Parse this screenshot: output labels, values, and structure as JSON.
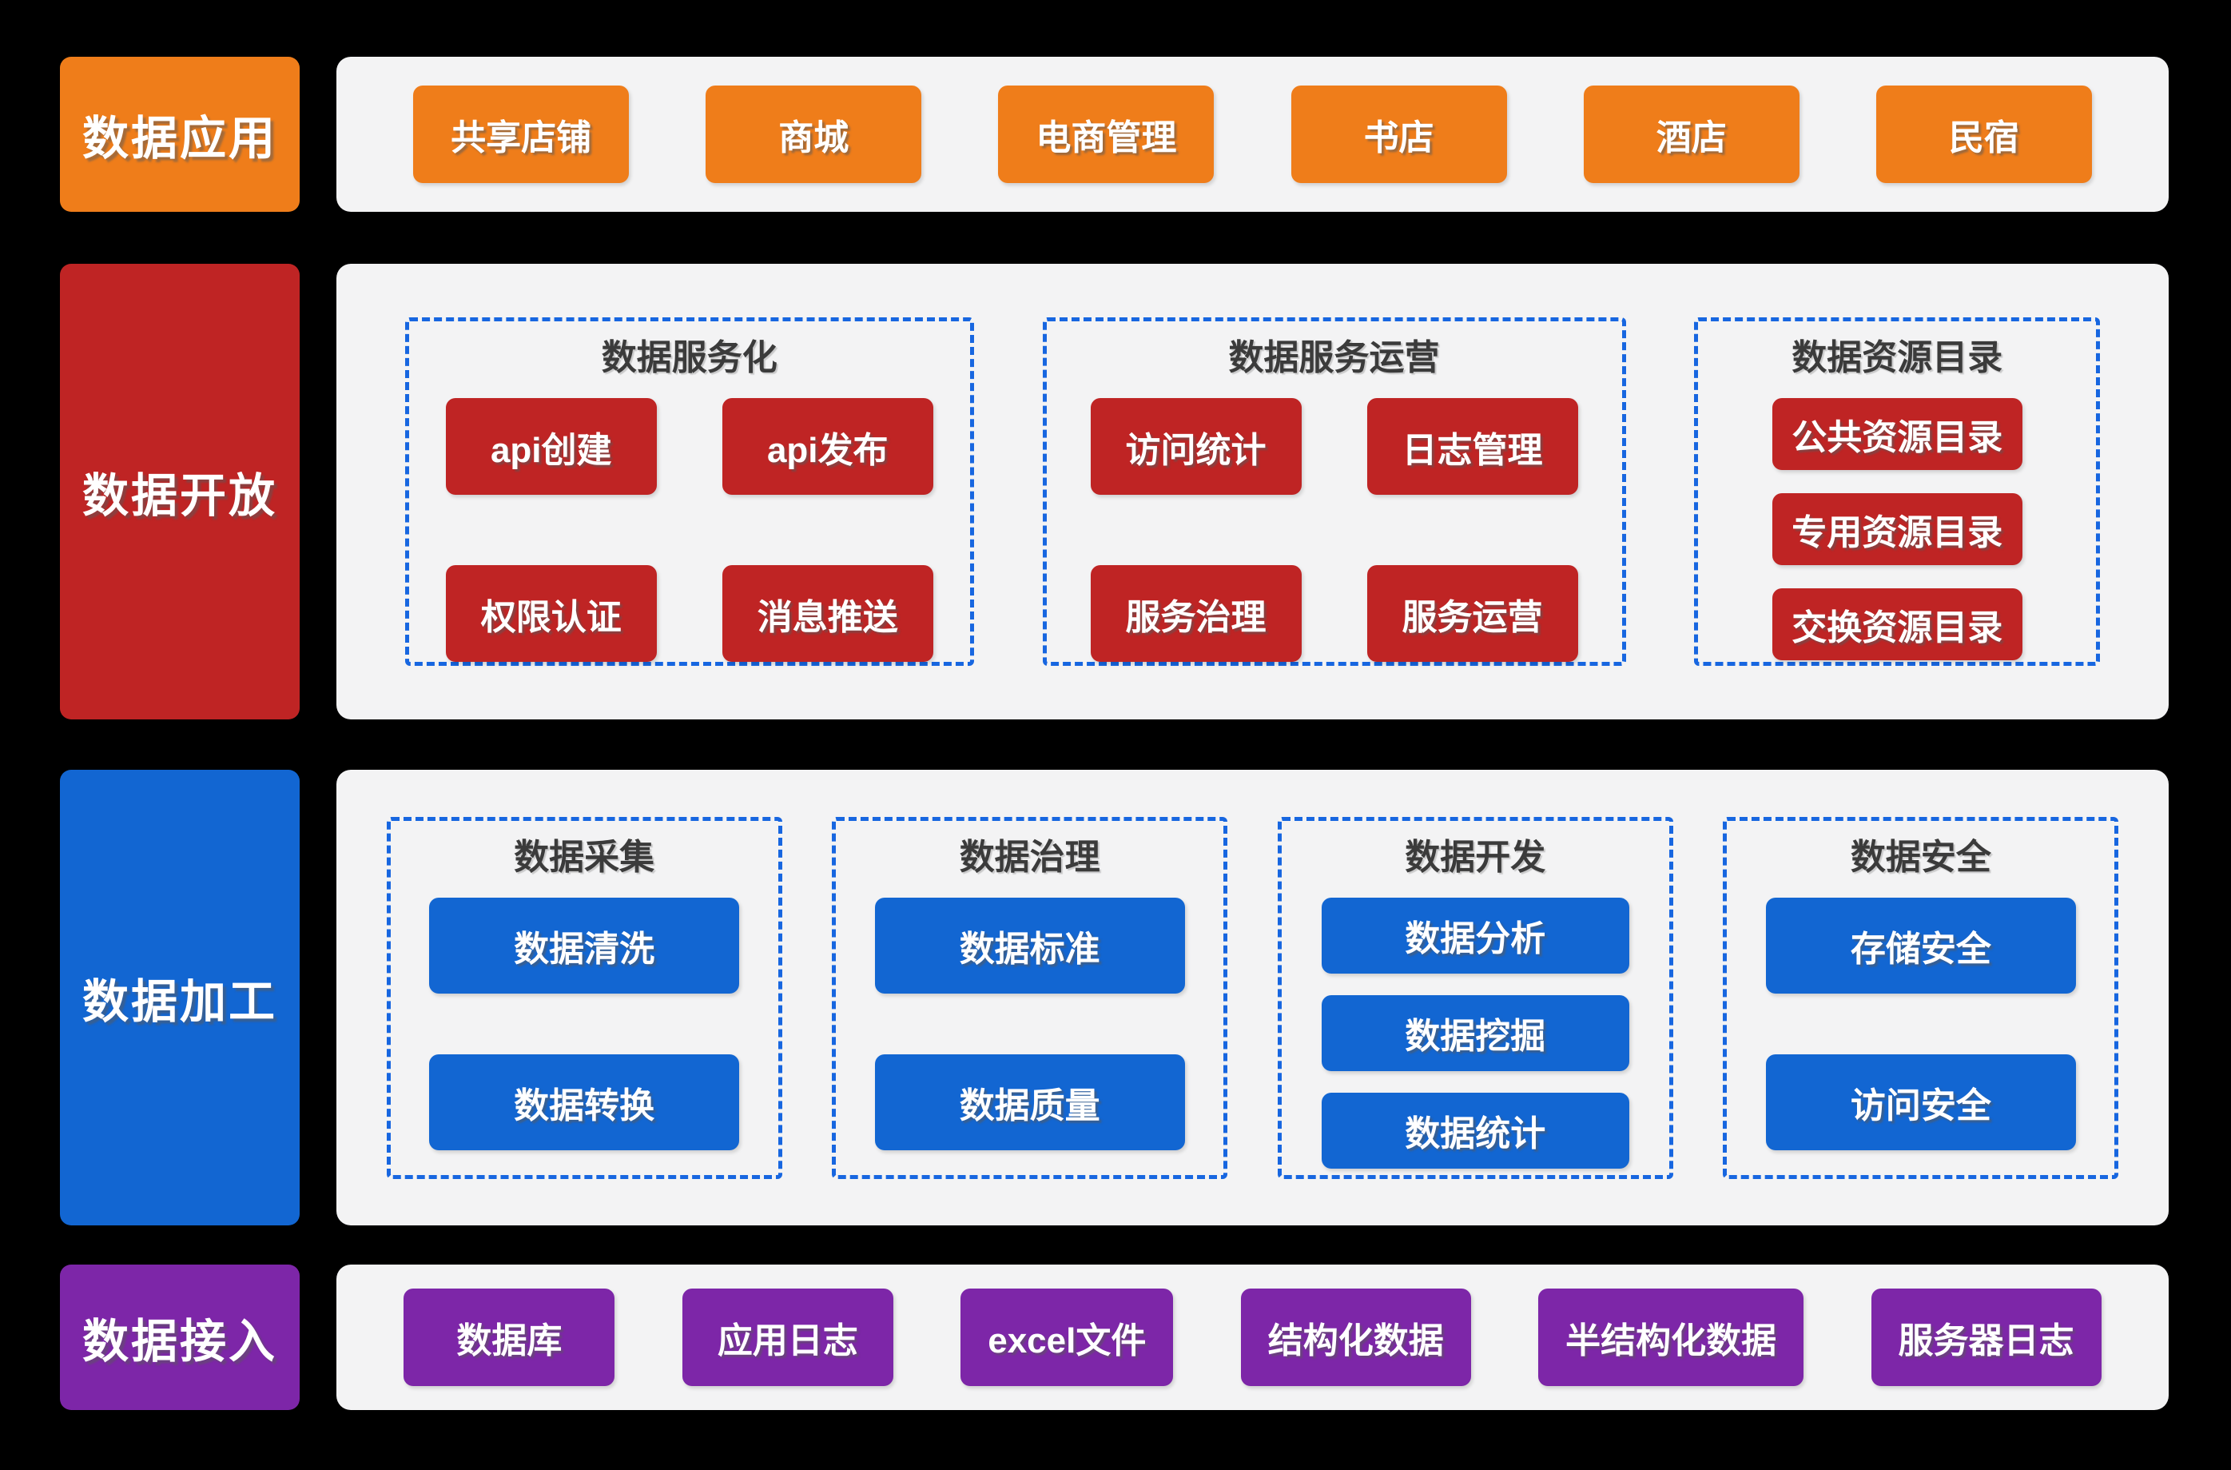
{
  "colors": {
    "application_orange": "#EF7D1A",
    "open_red": "#BF2424",
    "process_blue": "#1266D2",
    "access_purple": "#7D26A8",
    "dashed_border_blue": "#1766E0",
    "strip_background": "#F3F3F4",
    "canvas_background": "#000000",
    "group_title_gray": "#3B3B3B"
  },
  "rows": [
    {
      "label": "数据应用",
      "items": [
        "共享店铺",
        "商城",
        "电商管理",
        "书店",
        "酒店",
        "民宿"
      ]
    },
    {
      "label": "数据开放",
      "groups": [
        {
          "title": "数据服务化",
          "items": [
            "api创建",
            "api发布",
            "权限认证",
            "消息推送"
          ]
        },
        {
          "title": "数据服务运营",
          "items": [
            "访问统计",
            "日志管理",
            "服务治理",
            "服务运营"
          ]
        },
        {
          "title": "数据资源目录",
          "items": [
            "公共资源目录",
            "专用资源目录",
            "交换资源目录"
          ]
        }
      ]
    },
    {
      "label": "数据加工",
      "groups": [
        {
          "title": "数据采集",
          "items": [
            "数据清洗",
            "数据转换"
          ]
        },
        {
          "title": "数据治理",
          "items": [
            "数据标准",
            "数据质量"
          ]
        },
        {
          "title": "数据开发",
          "items": [
            "数据分析",
            "数据挖掘",
            "数据统计"
          ]
        },
        {
          "title": "数据安全",
          "items": [
            "存储安全",
            "访问安全"
          ]
        }
      ]
    },
    {
      "label": "数据接入",
      "items": [
        "数据库",
        "应用日志",
        "excel文件",
        "结构化数据",
        "半结构化数据",
        "服务器日志"
      ]
    }
  ]
}
